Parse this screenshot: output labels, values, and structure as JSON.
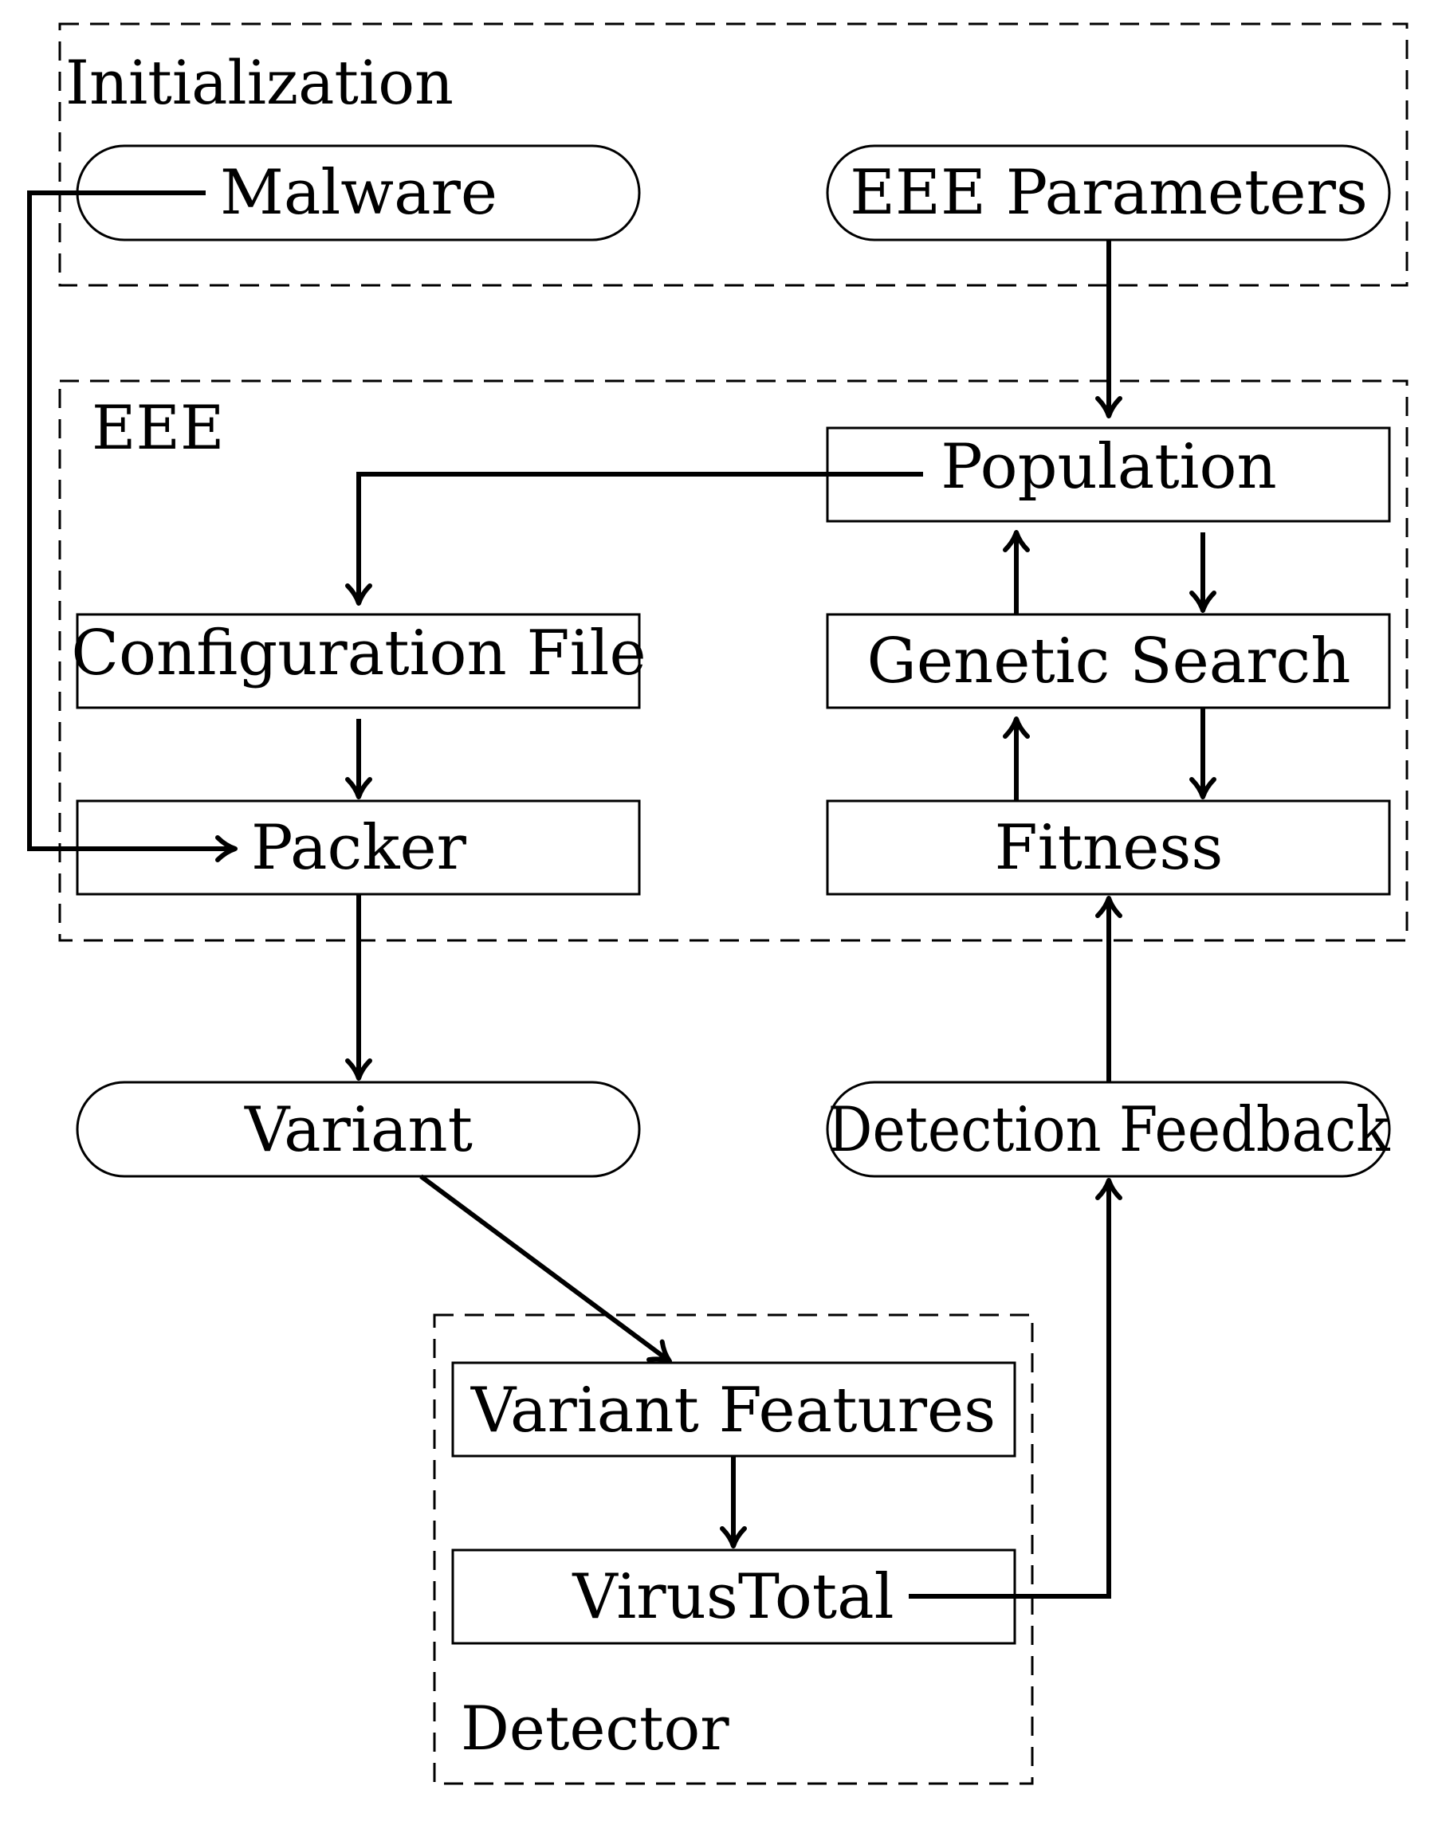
{
  "groups": {
    "initialization": "Initialization",
    "eee": "EEE",
    "detector": "Detector"
  },
  "nodes": {
    "malware": "Malware",
    "eee_parameters": "EEE Parameters",
    "population": "Population",
    "configuration_file": "Configuration File",
    "genetic_search": "Genetic Search",
    "packer": "Packer",
    "fitness": "Fitness",
    "variant": "Variant",
    "detection_feedback": "Detection Feedback",
    "variant_features": "Variant Features",
    "virustotal": "VirusTotal"
  }
}
